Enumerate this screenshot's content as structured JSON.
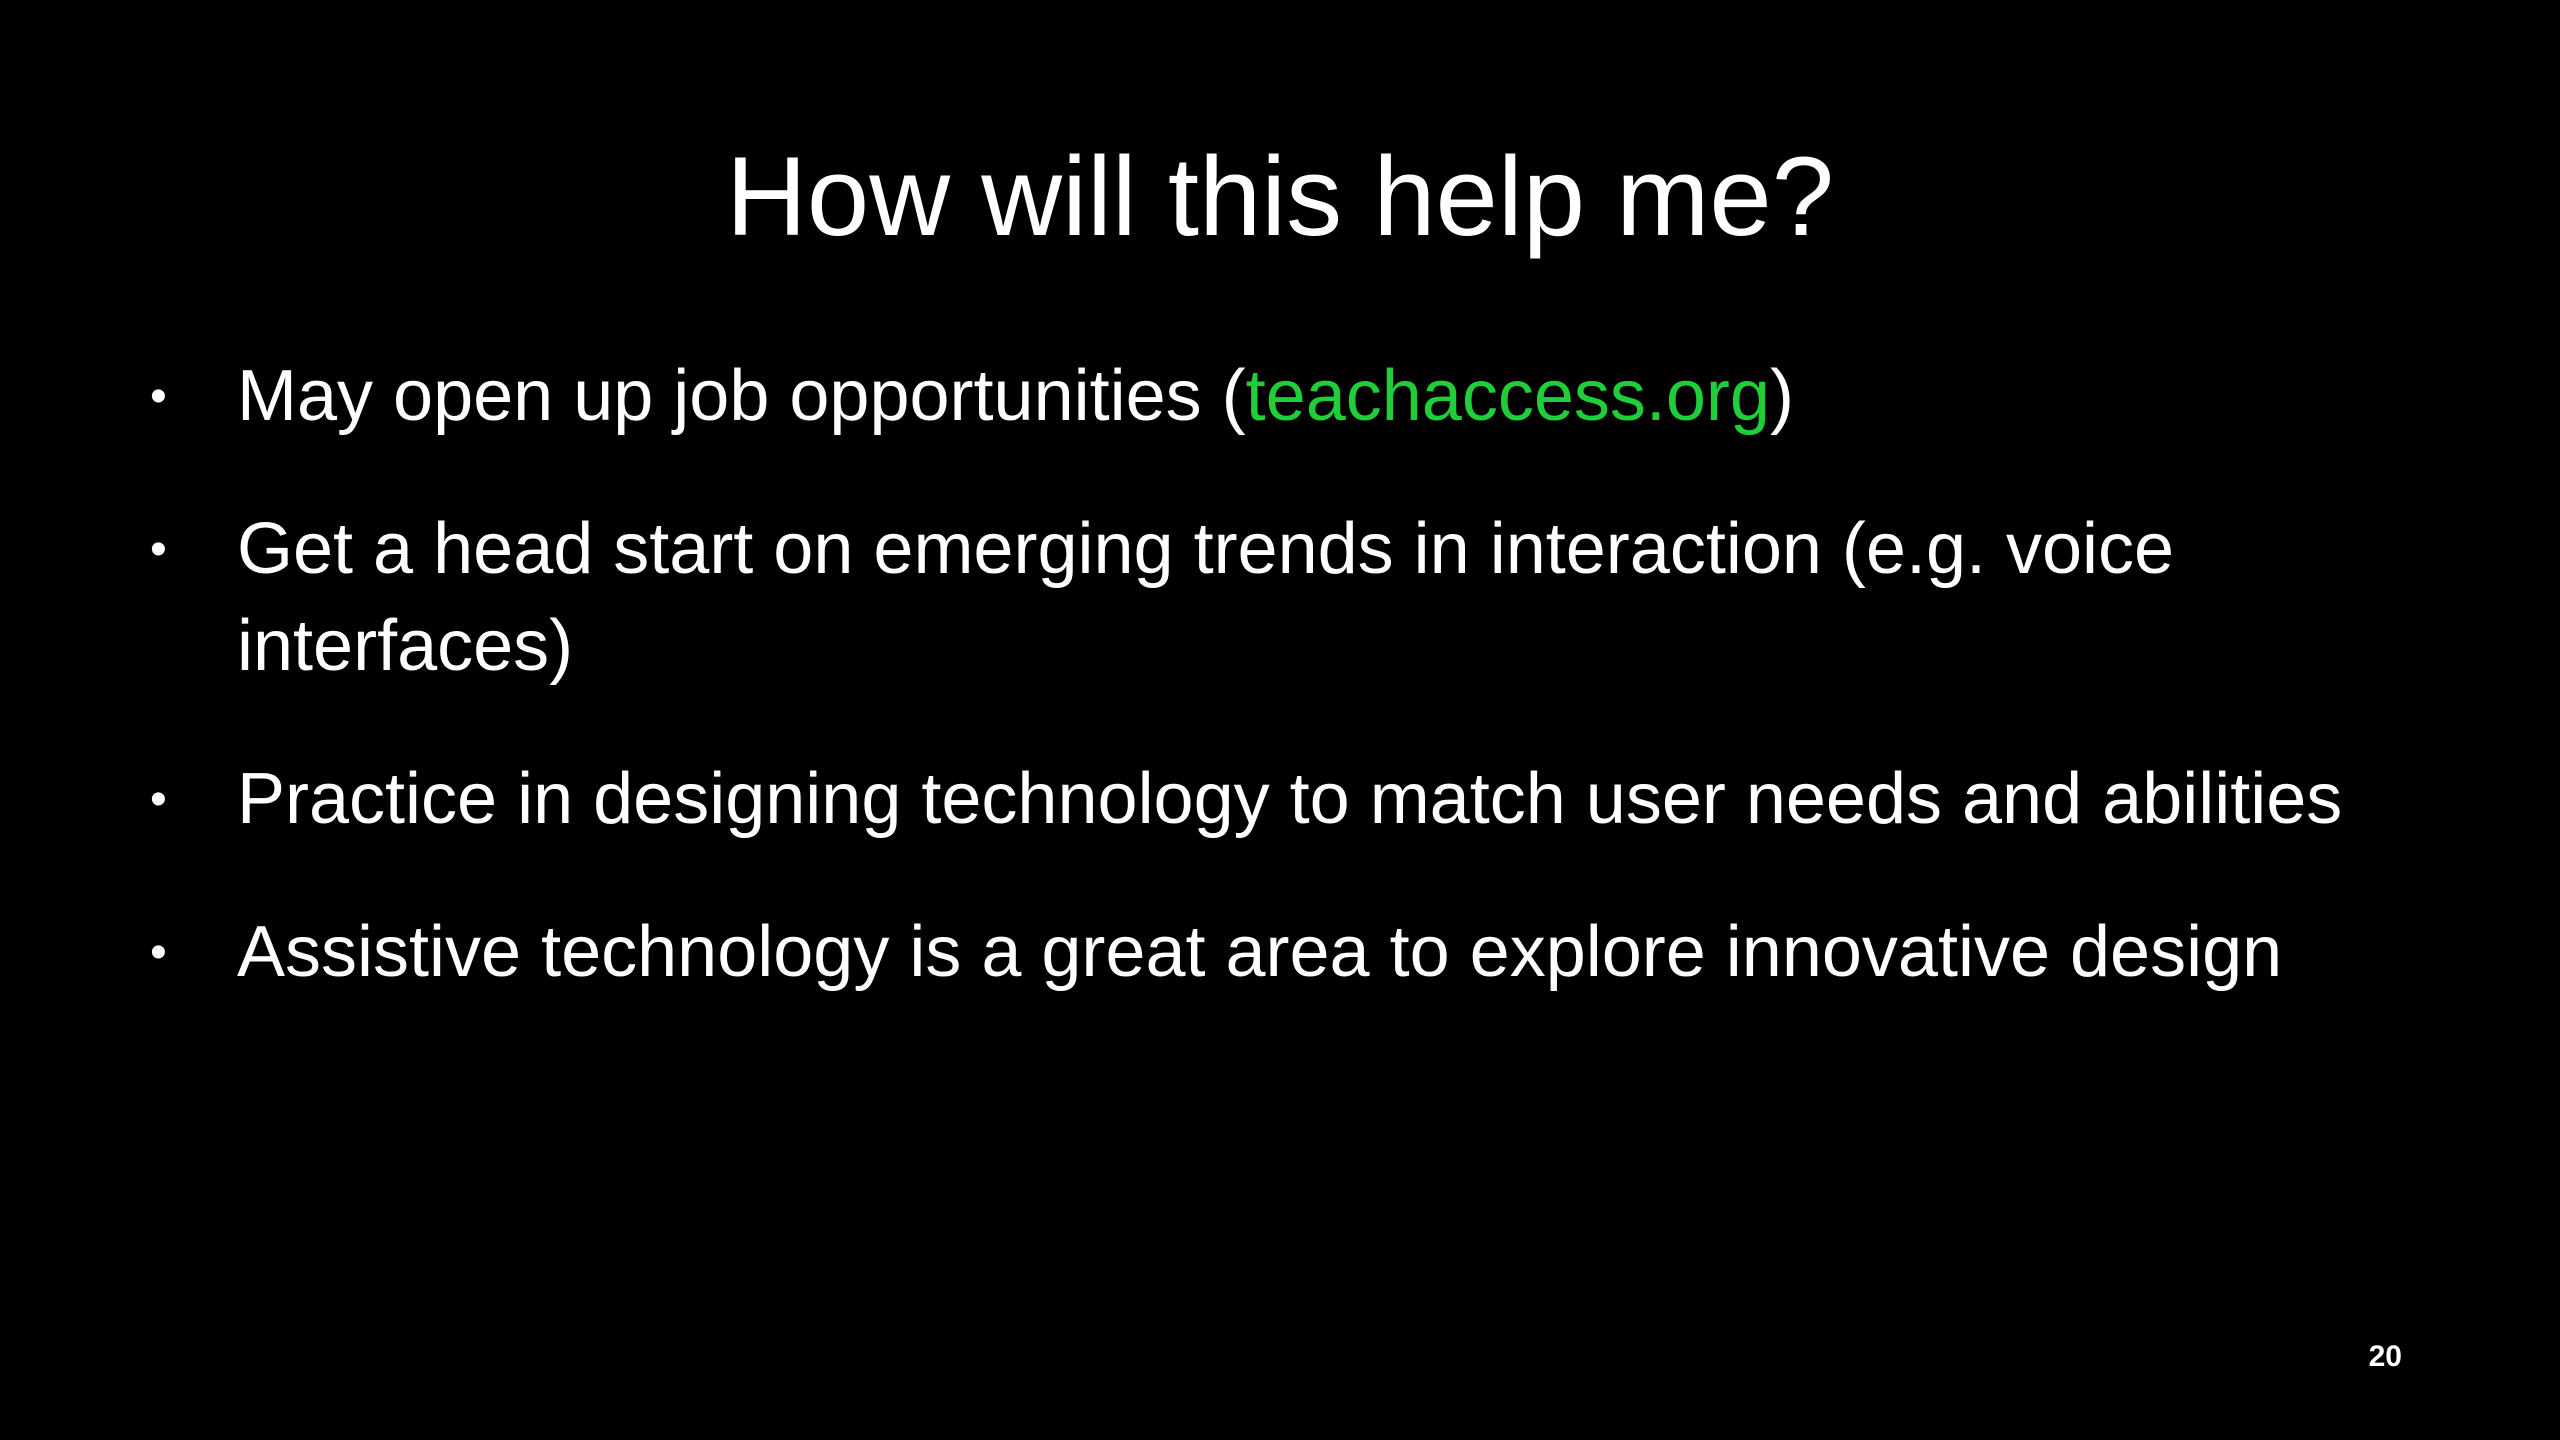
{
  "slide": {
    "title": "How will this help me?",
    "bullet_glyph": "•",
    "bullets": [
      {
        "before": "May open up job opportunities (",
        "link": "teachaccess.org",
        "after": ")"
      },
      {
        "text": "Get a head start on emerging trends in interaction (e.g. voice interfaces)"
      },
      {
        "text": "Practice in designing technology to match user needs and abilities"
      },
      {
        "text": "Assistive technology is a great area to explore innovative design"
      }
    ],
    "page_number": "20"
  },
  "colors": {
    "background": "#000000",
    "text": "#ffffff",
    "link": "#1fcf3a"
  }
}
